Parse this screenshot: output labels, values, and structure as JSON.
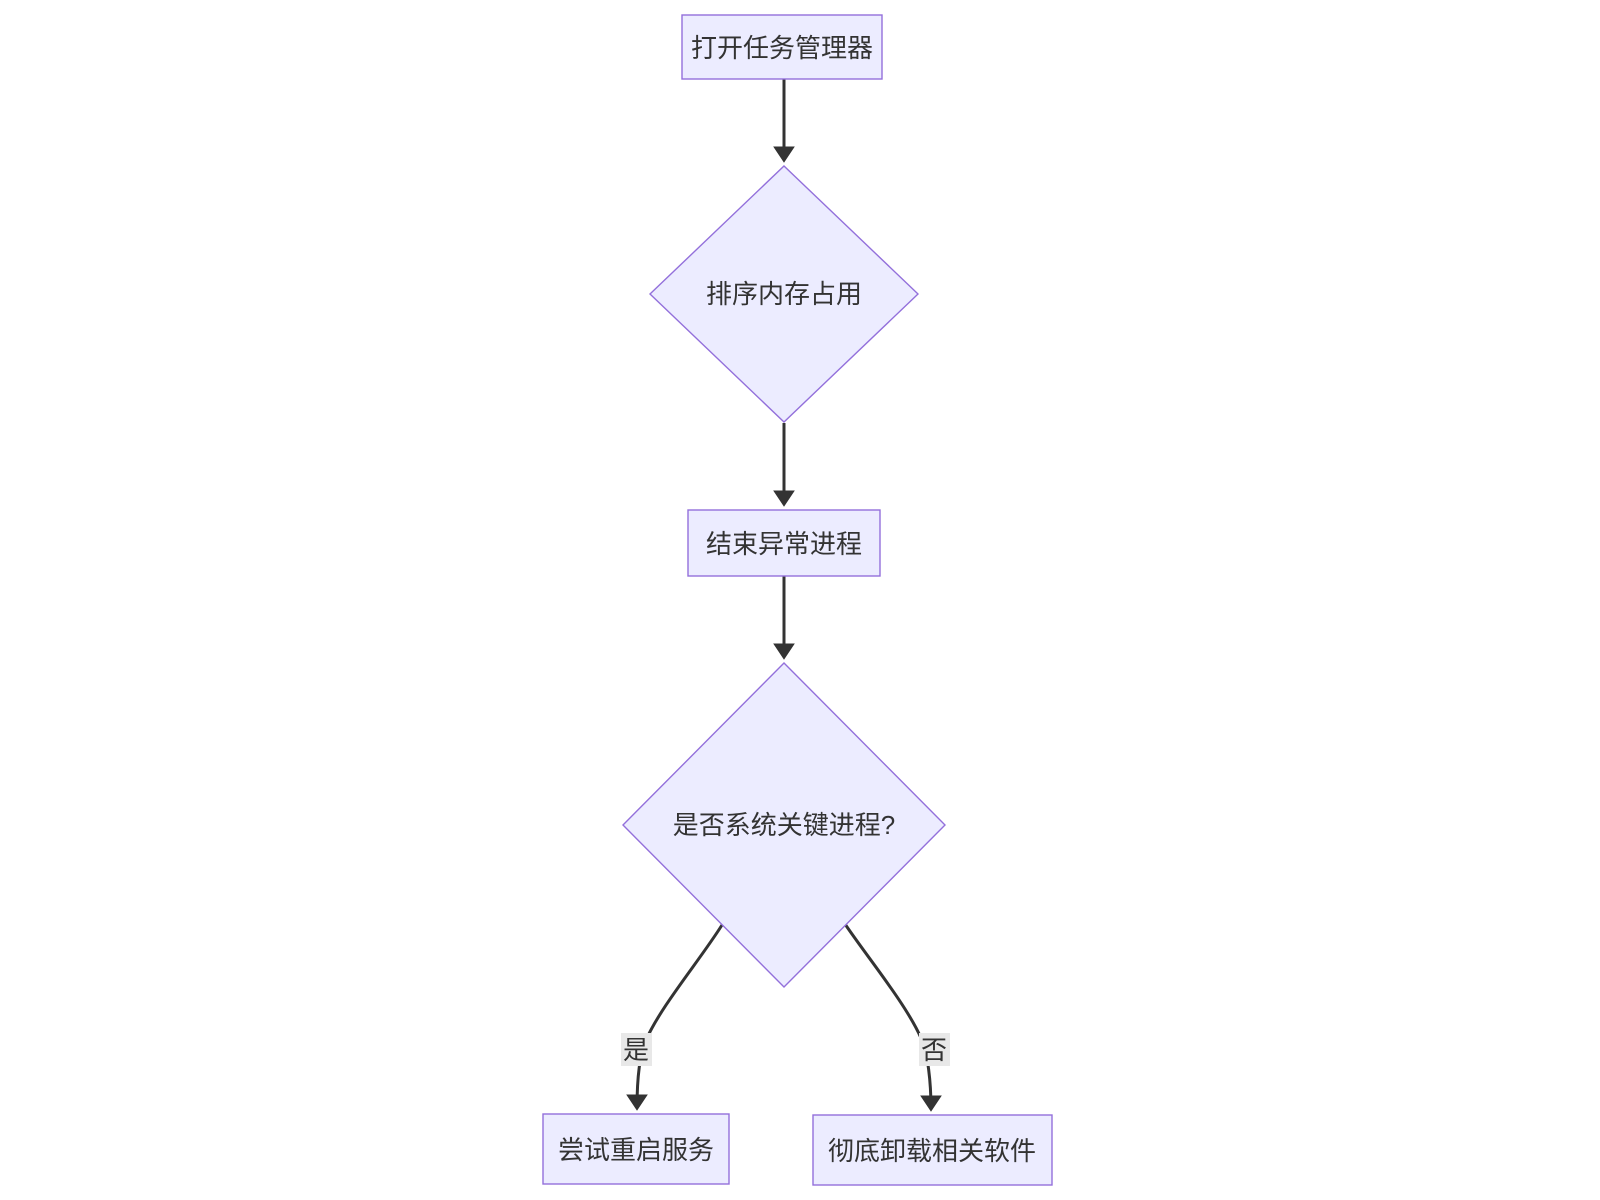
{
  "diagram": {
    "type": "flowchart",
    "direction": "top-to-bottom",
    "nodes": [
      {
        "id": "open-task-manager",
        "shape": "rectangle",
        "label": "打开任务管理器"
      },
      {
        "id": "sort-memory-usage",
        "shape": "diamond",
        "label": "排序内存占用"
      },
      {
        "id": "end-abnormal-process",
        "shape": "rectangle",
        "label": "结束异常进程"
      },
      {
        "id": "is-critical-process",
        "shape": "diamond",
        "label": "是否系统关键进程?"
      },
      {
        "id": "try-restart-service",
        "shape": "rectangle",
        "label": "尝试重启服务"
      },
      {
        "id": "uninstall-software",
        "shape": "rectangle",
        "label": "彻底卸载相关软件"
      }
    ],
    "edges": [
      {
        "from": "open-task-manager",
        "to": "sort-memory-usage",
        "label": ""
      },
      {
        "from": "sort-memory-usage",
        "to": "end-abnormal-process",
        "label": ""
      },
      {
        "from": "end-abnormal-process",
        "to": "is-critical-process",
        "label": ""
      },
      {
        "from": "is-critical-process",
        "to": "try-restart-service",
        "label": "是"
      },
      {
        "from": "is-critical-process",
        "to": "uninstall-software",
        "label": "否"
      }
    ]
  },
  "theme": {
    "background": "#FFFFFF",
    "node_fill": "#ECECFF",
    "node_border": "#9370DB",
    "edge_color": "#333333",
    "edge_label_bg": "#E8E8E8",
    "text_color": "#333333"
  }
}
